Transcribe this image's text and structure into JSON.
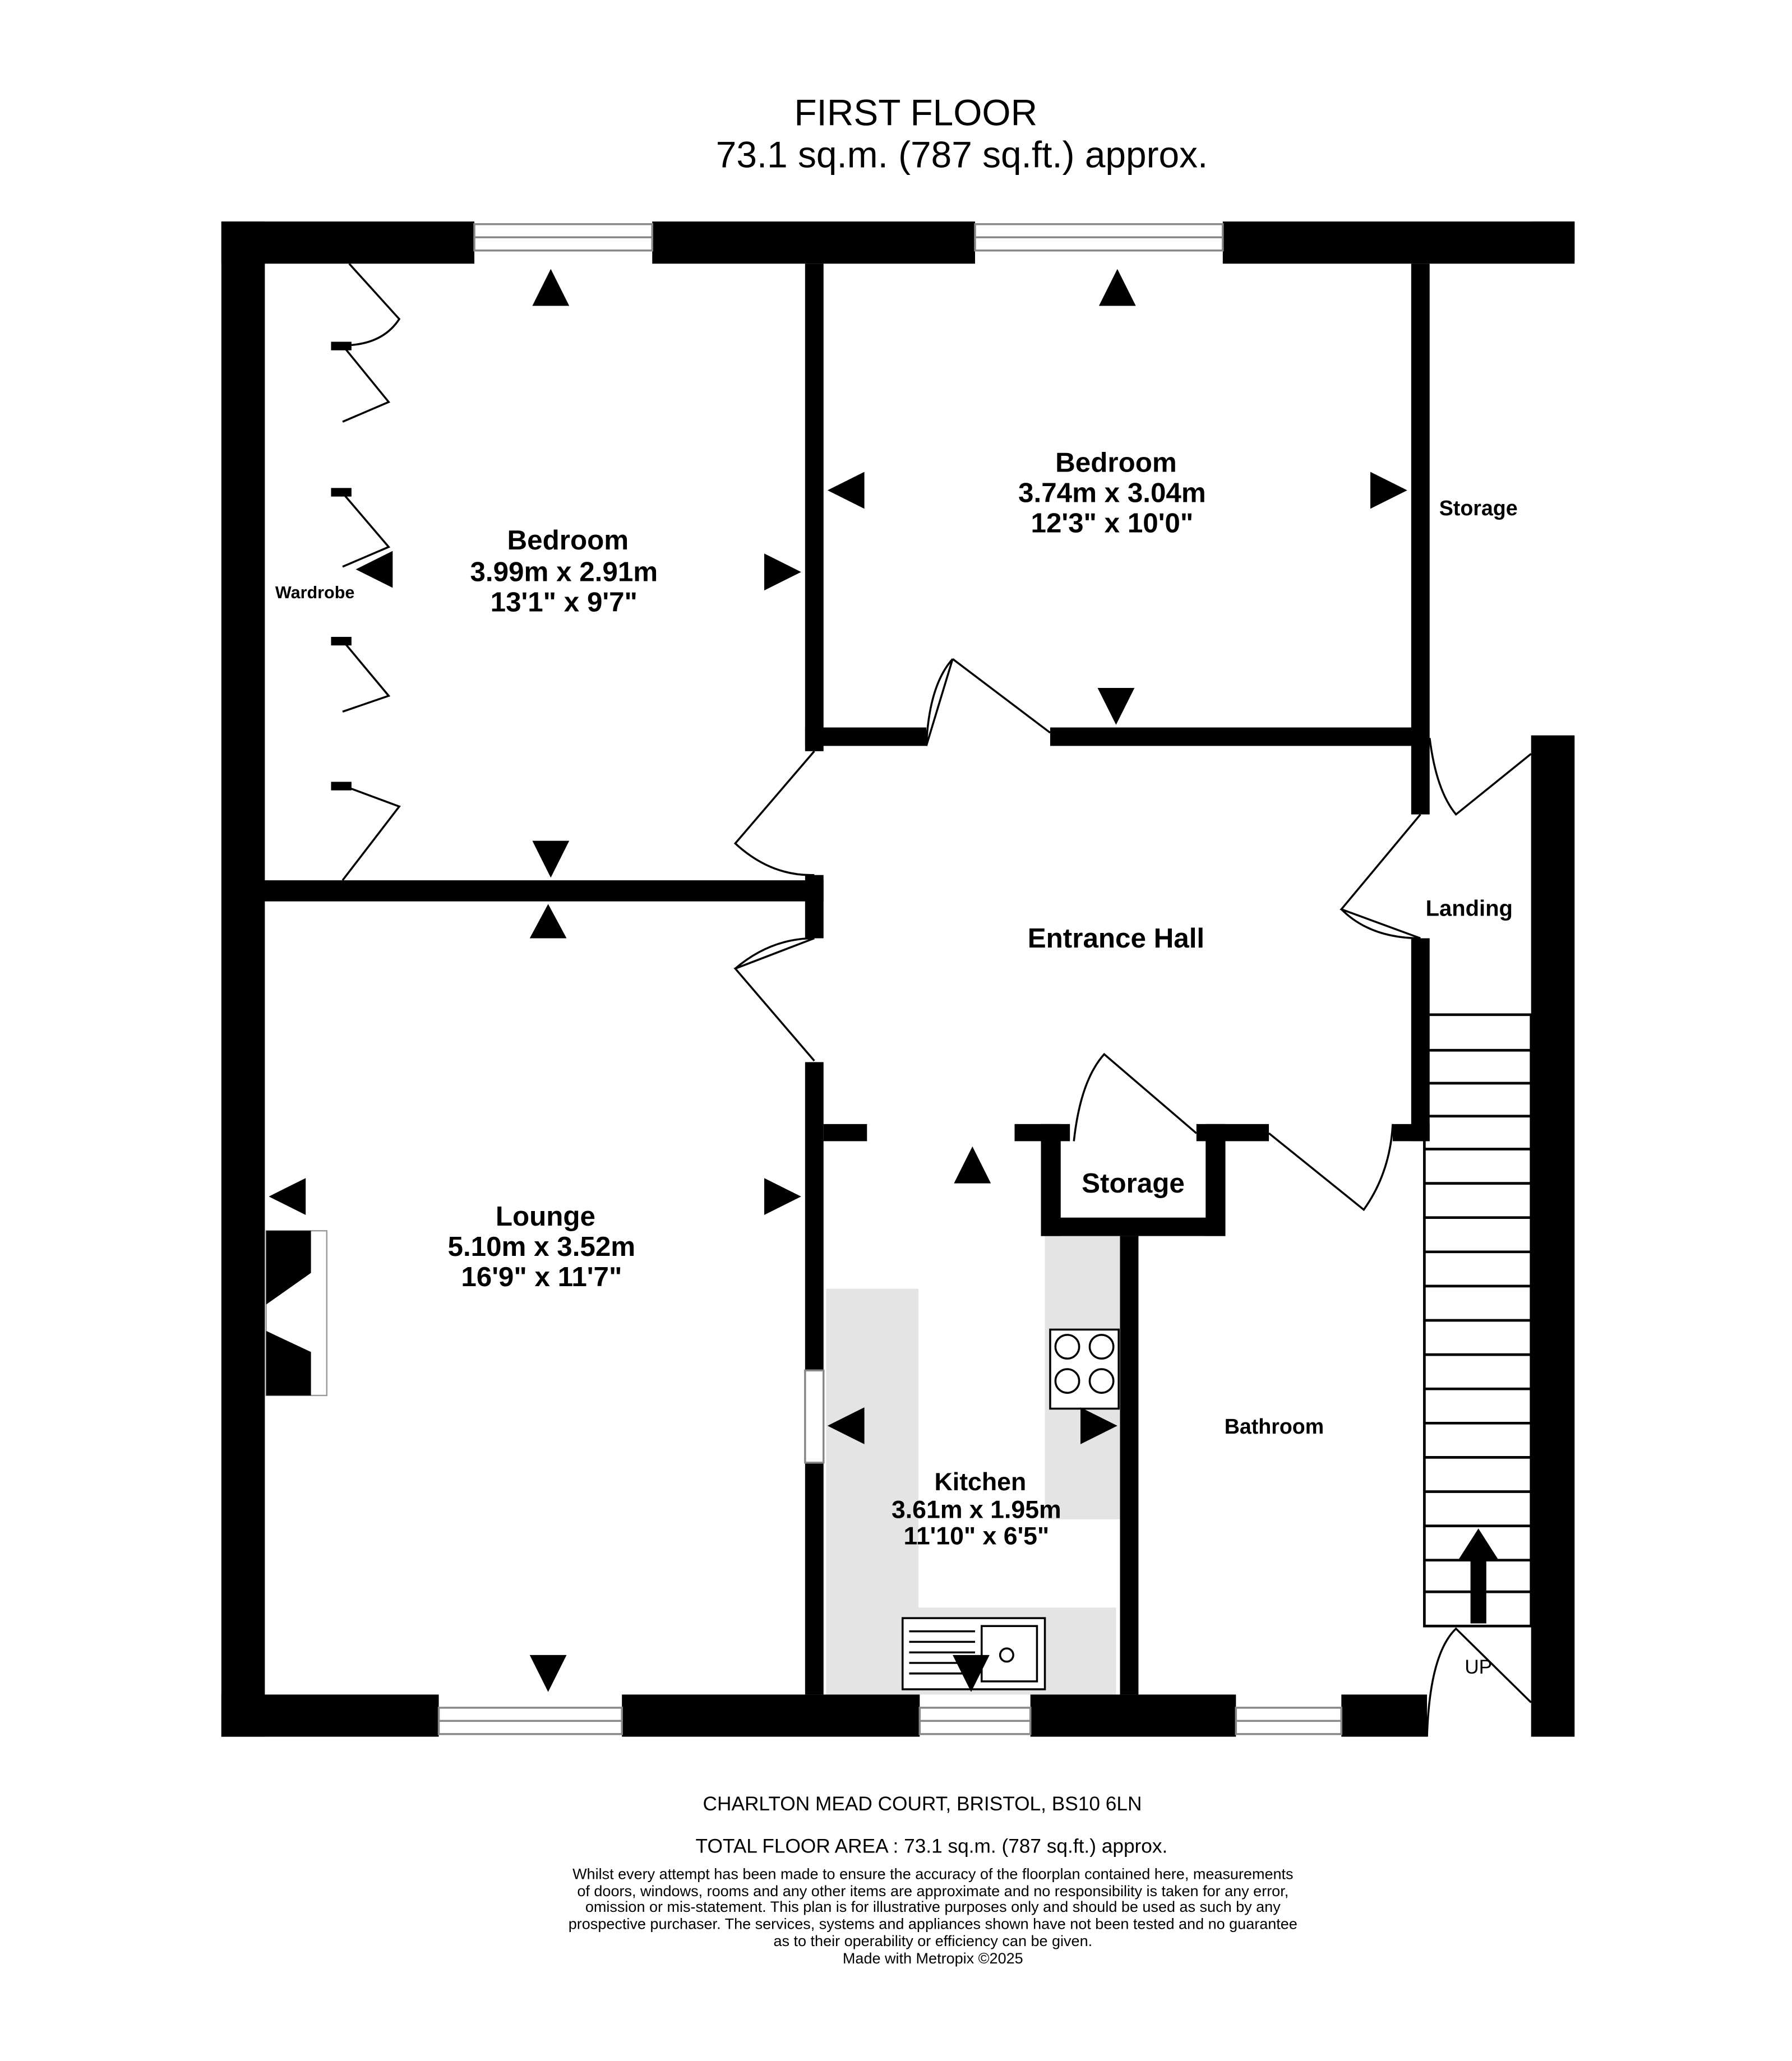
{
  "header": {
    "title": "FIRST FLOOR",
    "area": "73.1 sq.m. (787 sq.ft.) approx."
  },
  "rooms": [
    {
      "name": "Bedroom",
      "metric": "3.99m  x 2.91m",
      "imperial": "13'1\"  x 9'7\""
    },
    {
      "name": "Bedroom",
      "metric": "3.74m  x 3.04m",
      "imperial": "12'3\"  x 10'0\""
    },
    {
      "name": "Lounge",
      "metric": "5.10m  x 3.52m",
      "imperial": "16'9\"  x 11'7\""
    },
    {
      "name": "Kitchen",
      "metric": "3.61m  x 1.95m",
      "imperial": "11'10\"  x 6'5\""
    }
  ],
  "labels": {
    "entrance_hall": "Entrance Hall",
    "storage_top": "Storage",
    "storage_hall": "Storage",
    "landing": "Landing",
    "wardrobe": "Wardrobe",
    "bathroom": "Bathroom",
    "up": "UP"
  },
  "footer": {
    "address": "CHARLTON MEAD COURT, BRISTOL, BS10 6LN",
    "total": "TOTAL FLOOR AREA : 73.1 sq.m. (787 sq.ft.) approx.",
    "disclaimer": [
      "Whilst every attempt has been made to ensure the accuracy of the floorplan contained here, measurements",
      "of doors, windows, rooms and any other items are approximate and no responsibility is taken for any error,",
      "omission or mis-statement. This plan is for illustrative purposes only and should be used as such by any",
      "prospective purchaser. The services, systems and appliances shown have not been tested and no guarantee",
      "as to their operability or efficiency can be given."
    ],
    "credit": "Made with Metropix ©2025"
  }
}
